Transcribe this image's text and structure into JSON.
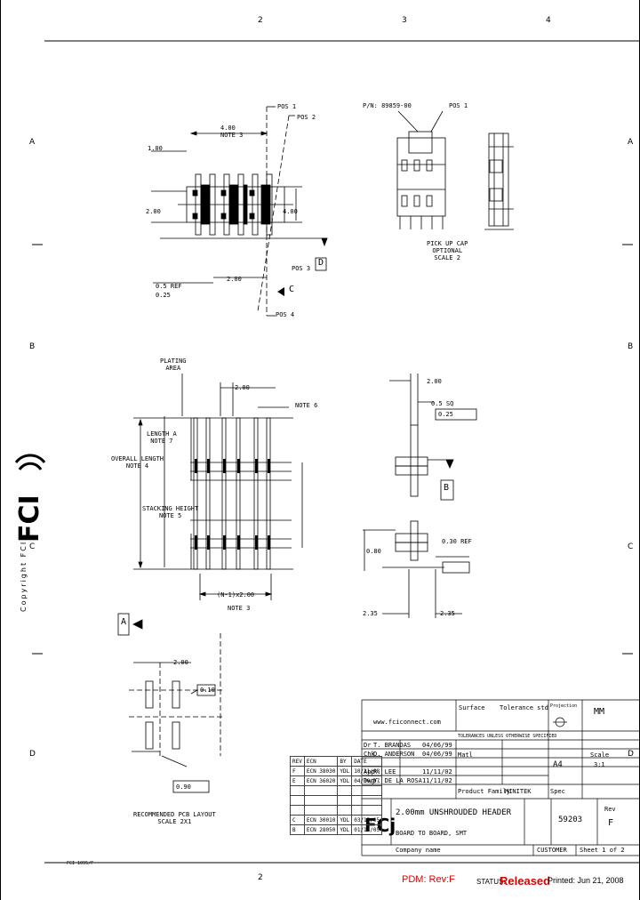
{
  "border": {
    "zones_top": [
      "2",
      "3",
      "4"
    ],
    "zones_left": [
      "A",
      "B",
      "C",
      "D"
    ],
    "zones_right": [
      "A",
      "B",
      "C",
      "D"
    ],
    "zones_bottom": [
      "2"
    ]
  },
  "side": {
    "copyright": "Copyright FCI"
  },
  "view_top": {
    "dim_pitch_notes": "4.00\nNOTE 3",
    "label_pos1": "POS 1",
    "label_pos2": "POS 2",
    "dim_left": "1.00",
    "dim_2": "2.00",
    "dim_4": "4.00",
    "dim_bottom": "2.00",
    "dim_phi": "0.5 REF",
    "tol": "0.25",
    "label_c": "C",
    "label_d": "D",
    "label_pos3": "POS 3",
    "label_pos4": "POS 4"
  },
  "view_topright": {
    "pn": "P/N: 89859-00",
    "pos1": "POS 1",
    "note": "PICK UP CAP\nOPTIONAL\nSCALE 2"
  },
  "view_mid": {
    "plating": "PLATING\nAREA",
    "dim_200": "2.00",
    "note6": "NOTE 6",
    "length_a": "LENGTH A\nNOTE 7",
    "overall": "OVERALL LENGTH\nNOTE 4",
    "stack": "STACKING HEIGHT\nNOTE 5",
    "pitch": "(N-1)x2.00",
    "note3": "NOTE 3"
  },
  "view_side": {
    "dim_200": "2.00",
    "dim_05": "0.5 SQ",
    "tol": "0.25",
    "label_b": "B",
    "dim_080": "0.80",
    "dim_ref": "0.30 REF",
    "dim_left": "2.35",
    "dim_right": "2.35"
  },
  "pcb": {
    "dim_200": "2.00",
    "tol": "0.10",
    "dia": "0.90",
    "label_a": "A",
    "title": "RECOMMENDED PCB LAYOUT\nSCALE 2X1"
  },
  "revisions": {
    "header": [
      "REV",
      "ECN",
      "BY",
      "DATE"
    ],
    "rows": [
      [
        "F",
        "ECN 38030",
        "YDL",
        "10/21/08"
      ],
      [
        "E",
        "ECN 36020",
        "YDL",
        "04/30/07"
      ],
      [
        "",
        "",
        "",
        ""
      ],
      [
        "",
        "",
        "",
        ""
      ],
      [
        "",
        "",
        "",
        ""
      ],
      [
        "C",
        "ECN 30010",
        "YDL",
        "03/15/05"
      ],
      [
        "B",
        "ECN 28050",
        "YDL",
        "01/14/05"
      ]
    ]
  },
  "title_block": {
    "website": "www.fciconnect.com",
    "surface": "Surface",
    "tolerance": "Tolerance std",
    "projection": "Projection",
    "tol_note": "TOLERANCES UNLESS OTHERWISE SPECIFIED",
    "dr_label": "Dr",
    "dr_name": "T. BRANDAS",
    "dr_date": "04/06/99",
    "chk_label": "Chk",
    "chk_name": "D. ANDERSON",
    "chk_date": "04/06/99",
    "app_label": "App",
    "app_name": "R. LEE",
    "app_date": "11/11/02",
    "dwg_label": "Dwg",
    "dwg_name": "Y. DE LA ROSA",
    "dwg_date": "11/11/02",
    "matl": "Matl",
    "size": "A4",
    "scale_label": "Scale",
    "scale_value": "3:1",
    "units": "MM",
    "product_family": "Product Family",
    "family_value": "MINITEK",
    "spec_label": "Spec",
    "title_line1": "2.00mm UNSHROUDED HEADER",
    "title_line2": "BOARD TO BOARD, SMT",
    "drawing_no": "59203",
    "rev_label": "Rev",
    "rev_value": "F",
    "customer_label": "CUSTOMER",
    "sheet": "Sheet 1 of 2",
    "company": "Company name"
  },
  "status_bar": {
    "pdm": "PDM: Rev:F",
    "status_label": "STATUS:",
    "status_value": "Released",
    "printed": "Printed: Jun 21, 2008"
  },
  "footer": {
    "form": "FCI 1095/F"
  }
}
